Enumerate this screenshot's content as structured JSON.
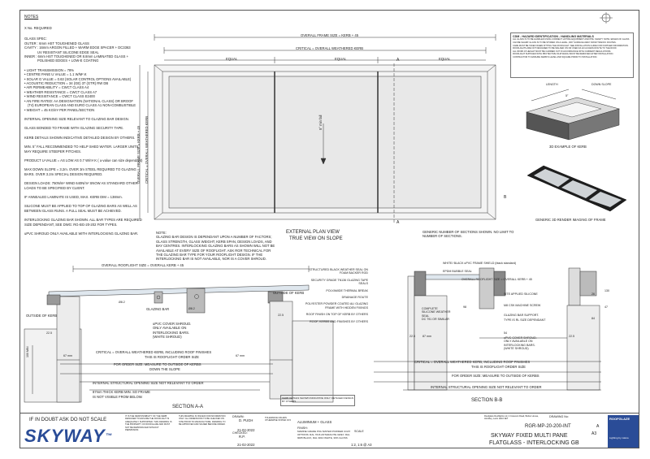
{
  "notes": {
    "title": "NOTES",
    "qty": "X No. REQUIRED",
    "glass_spec": [
      "GLASS SPEC:",
      "OUTER : 6mm HST TOUGHENED GLASS",
      "CAVITY : 16mm ARGON FILLED + WARM EDGE SPACER + DC3363",
      "UV RESISTANT SILICONE EDGE SEAL",
      "INNER : 6mm HST TOUGHENED OR 8.8mm LAMINATED GLASS +",
      "POLISHED EDGES + LOW-E COATING"
    ],
    "bullets": [
      "LIGHT TRANSMISSION = 78%",
      "CENTRE PANE U VALUE = 1.1 W/M².K",
      "SOLAR G VALUE = 0.63 (SOLAR CONTROL OPTIONS AVAILABLE)",
      "ACOUSTIC REDUCTION = 34 (GE) 37 (GTR) RW DB",
      "AIR PERMEABILITY = CWCT CLASS A4",
      "WEATHER RESISTANCE = CWCT CLASS A7",
      "WIND RESISTANCE = CWCT CLASS E2400",
      "AN FIRE RATED: AA DESIGNATION (NATIONAL CLASS) OR BROOF",
      "(T4) EUROPEAN CLASS AND EURO CLASS A1 NON-COMBUSTIBLE",
      "WEIGHT = 45 KG/m² PER PANEL/SECTION"
    ],
    "paras": [
      "INTERNAL OPENING SIZE RELEVANT TO GLAZING BAR DESIGN.",
      "GLASS BONDED TO FRAME WITH GLAZING SECURITY TAPE.",
      "KERB DETAILS SHOWN INDICATIVE DETAILED DESIGN BY OTHERS.",
      "MIN. 5° FALL RECOMMENDED TO HELP SHED WATER. LARGER UNITS MAY REQUIRE STEEPER PITCHES.",
      "PRODUCT U-VALUE = AS LOW AS 0.7 W/m².K ( u-value can size dependant)",
      "MAX DOWN SLOPE = 3.2m. OVER 3m STEEL REQUIRED TO GLAZING BARS. OVER 3.2m SPECIAL DESIGN REQUIRED.",
      "DESIGN LOADS: 750N/m² WIND 640N/m² SNOW AS STANDARD OTHER LOADS TO BE SPECIFIED BY CLIENT.",
      "IF ANNEALED LAMINATE IS USED, MAX. KERB DIM = 138mm.",
      "SILICONE MUST BE APPLIED TO TOP OF GLAZING BARS AS WELL AS BETWEEN GLASS RUNS. A FULL SEAL MUST BE ACHIEVED.",
      "INTERLOCKING GLAZING BAR SHOWN. ALL BAR TYPES ARE REQUIRED SIZE DEPENDANT, SEE DWG: RG-BG-20-202 FOR TYPES.",
      "uPVC SHROUD ONLY AVAILABLE WITH INTERLOCKING GLAZING BAR."
    ]
  },
  "plan": {
    "overall_frame": "OVERALL FRAME SIZE = KERB + 45",
    "critical": "CRITICAL = OVERALL WEATHERED KERB",
    "equal": "EQUAL",
    "fall": "5° min fall",
    "side_overall": "OVERALL FRAME SIZE = KERB + 45",
    "side_critical": "CRITICAL = OVERALL WEATHERED KERB",
    "marker_a": "A",
    "marker_b": "B",
    "caption1": "EXTERNAL PLAN VIEW",
    "caption2": "TRUE VIEW ON SLOPE",
    "generic": "GENERIC NUMBER OF SECTIONS SHOWN. NO LIMIT TO NUMBER OF SECTIONS."
  },
  "mid_note": [
    "NOTE:",
    "GLAZING BAR DESIGN IS DEPENDANT UPON A NUMBER OF FACTORS;",
    "GLASS STRENGTH, GLASS WEIGHT, KERB SPAN, DESIGN LOADS, AND",
    "BAY CENTRES. INTERLOCKING GLAZING BARS AS SHOWN WILL NOT BE",
    "AVAILABLE AT EVERY SIZE OF ROOFLIGHT. ASK RGR TECHNICAL FOR",
    "THE GLAZING BAR TYPE FOR YOUR ROOFLIGHT DESIGN. IF THE",
    "INTERLOCKING BAR IS NOT AVAILABLE, NOR IS A COVER SHROUD."
  ],
  "cdm": {
    "title": "CDM - HAZARD IDENTIFICATION - HANDLING MATERIALS",
    "lines": [
      "ALL GLASS IS TO BE HANDLED USING CORRECT LIFTING EQUIPMENT AND PPE. SAFETY NOTE: EDGES OF GLASS",
      "CAN BE SHARP. GLASS IS TO BE STORED ON A LEVEL, DRY SURFACE AWAY FROM TRAFFIC ROUTES.",
      "CARE MUST BE TAKEN WHEN FITTING THE ROOFLIGHT. SEE INSTALLATION GUIDE FOR FURTHER INFORMATION.",
      "ROOFLIGHTS ARE NOT DESIGNED TO BE WALKED ON OR USED AS AN ACCESS ROUTE TO THE ROOF.",
      "ALL WORK AT HEIGHT MUST BE CARRIED OUT IN ACCORDANCE WITH CURRENT REGULATIONS.",
      "ROOFLIGHT SUPPLIED WITH PROTECTIVE FILM WHICH MUST BE REMOVED AFTER INSTALLATION.",
      "CONTRACTOR TO ENSURE KERB IS LEVEL AND SQUARE PRIOR TO INSTALLATION."
    ]
  },
  "kerb_example": {
    "length": "LENGTH",
    "down_slope": "DOWN SLOPE",
    "angle": "5°",
    "caption": "3D EXAMPLE OF KERB"
  },
  "render_caption": "GENERIC 3D RENDER IMAGING OF FRAME",
  "section_a": {
    "overall_top": "OVERALL ROOFLIGHT SIZE = OVERALL KERB + 45",
    "outside_kerb_l": "OUTSIDE OF KERB",
    "outside_kerb_r": "OUTSIDE OF KERB",
    "glazing_bar": "GLAZING BAR",
    "dia1": "Ø8.2",
    "dia2": "Ø8.2",
    "dim_225": "22.5",
    "dim_225b": "22.5",
    "dim_100": "100 MIN",
    "dim_67": "67 mm",
    "dim_67b": "67 mm",
    "shroud": [
      "uPVC COVER SHROUD.",
      "ONLY AVAILABLE ON",
      "INTERLOCKING BARS.",
      "(WHITE SHROUD)"
    ],
    "critical": "CRITICAL = OVERALL WEATHERED KERB, INCLUDING ROOF FINISHES",
    "critical2": "THIS IS ROOFLIGHT ORDER SIZE",
    "order": "FOR ORDER SIZE: MEASURE TO OUTSIDE OF KERBS",
    "down_slope": "DOWN THE SLOPE",
    "internal": "INTERNAL STRUCTURAL OPENING SIZE NOT RELEVANT TO ORDER",
    "kerb_note1": "87mm THICK KERB MIN. SO FRAME",
    "kerb_note2": "IS NOT VISIBLE FROM BELOW.",
    "title": "SECTION A-A",
    "kerb_dim": "87 mm"
  },
  "section_b": {
    "labels_left": [
      "STRUCTURED BLACK WEATHER SEAL ON FOAM BACKER ROD",
      "SECURITY GRADE TN136 GLAZING TAPE SEALS",
      "POLYAMIDE THERMAL BREAK",
      "DRAINAGE ROUTE",
      "POLYESTER POWDER COATED ALI GLAZING FRAME WITH HIDDEN FIXINGS",
      "ROOF FINISH ON TOP OF KERB BY OTHERS",
      "ROOF, KERBS AND FINISHES BY OTHERS"
    ],
    "top_labels": [
      "WHITE/ BLACK uPVC FRAME SHIELD (black standard)",
      "EPDM BUBBLE SEAL",
      "OVERALL ROOFLIGHT SIZE = OVERALL KERB + 45"
    ],
    "silicone": [
      "COMPLETE",
      "SILICONE WEATHER",
      "SEAL",
      "DC 791 OR SIMILAR"
    ],
    "right_labels": [
      "SITE APPLIED SILICONE",
      "M8 CSK MACHINE SCREW",
      "GLAZING BAR SUPPORT.",
      "TYPE IS RL SIZE DEPENDANT"
    ],
    "shroud": [
      "uPVC COVER SHROUD.",
      "ONLY AVAILABLE ON",
      "INTERLOCKING BARS.",
      "(WHITE SHROUD)"
    ],
    "critical": "CRITICAL = OVERALL WEATHERED KERB, INCLUDING ROOF FINISHES",
    "critical2": "THIS IS ROOFLIGHT ORDER SIZE",
    "order": "FOR ORDER SIZE: MEASURE TO OUTSIDE OF KERBS",
    "internal": "INTERNAL STRUCTURAL OPENING SIZE NOT RELEVANT TO ORDER",
    "title": "SECTION B-B",
    "dims": [
      "22.5",
      "87 mm",
      "54",
      "98",
      "22.5",
      "130",
      "47",
      "26",
      "84"
    ],
    "kerb_box": "KERB DETAILS SHOWN INDICATIVE ONLY. DETAILED DESIGN BY OTHERS"
  },
  "title_block": {
    "dnscale": "IF IN DOUBT ASK DO NOT SCALE",
    "brand": "SKYWAY",
    "tm": "™",
    "copyright": "IT IS THE RESPONSIBILITY OF THE KERB DESIGNER TO ENSURE THE ROOFLIGHT IS ADEQUATELY SUPPORTED. THIS DRAWING IS THE PROPERTY OF ROOFGLAZE AND MUST NOT BE REPRODUCED WITHOUT PERMISSION.",
    "disclaimer": "THIS DRAWING IS ISSUED FOR INFORMATION ONLY. ALL DIMENSIONS TO BE CHECKED ON SITE PRIOR TO MANUFACTURE. DRAWING TO BE APPROVED AND SIGNED BEFORE ORDER.",
    "drawn_lbl": "DRAWN:",
    "drawn": "D. PUGH",
    "checked_lbl": "CHECKED:",
    "checked": "R.P.",
    "date1": "21-02-2022",
    "date2": "21-02-2022",
    "tol": "TOLERANCE UNLESS OTHERWISE STATED ±0.5",
    "material": "ALUMINIUM + GLASS",
    "finish": "FINISH:",
    "finish_val": "MARINE GRADE POLYESTER POWDER COAT OPTIONS: RAL 7016 ANTHRACITE GREY, RAL 9005 BLACK, RAL 9010 WHITE, 30% GLOSS",
    "scale": "1:2, 1:6 @ A3",
    "scale_lbl": "SCALE",
    "sheet": "A3",
    "company": "Roofglaze Rooflights Ltd, 2 Crescent Road, Bolton House, Hinckley, Leics LE10 3ET",
    "dwg_no_lbl": "DRAWING No:",
    "dwg_no": "RGR-MP-20-200-INT",
    "rev": "A",
    "title1": "SKYWAY FIXED MULTI PANE",
    "title2": "FLATGLASS - INTERLOCKING GB",
    "logo": "ROOFGLAZE",
    "logo_sub": "Lighting by nature"
  }
}
